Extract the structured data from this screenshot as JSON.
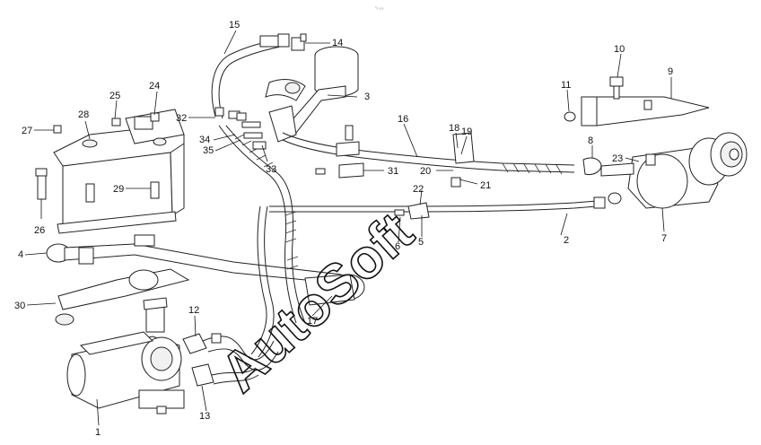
{
  "diagram": {
    "header_mark": "⁰₀ ₀₀₀",
    "watermark": "AutoSoft",
    "callouts": [
      "1",
      "2",
      "3",
      "4",
      "5",
      "6",
      "7",
      "8",
      "9",
      "10",
      "11",
      "12",
      "13",
      "14",
      "15",
      "16",
      "17",
      "18",
      "19",
      "20",
      "21",
      "22",
      "23",
      "24",
      "25",
      "26",
      "27",
      "28",
      "29",
      "30",
      "31",
      "32",
      "33",
      "34",
      "35"
    ]
  }
}
